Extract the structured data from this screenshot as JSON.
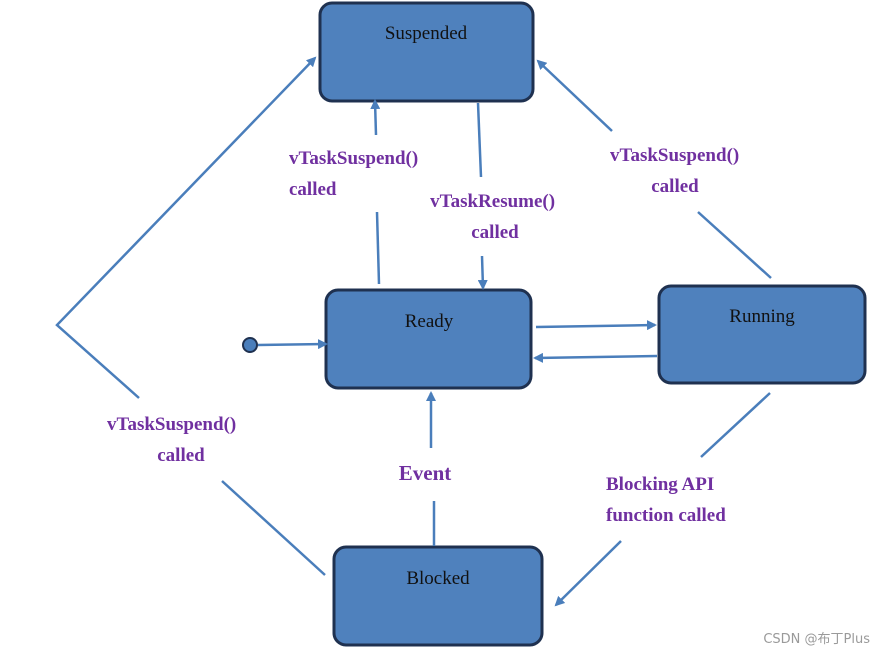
{
  "states": {
    "suspended": "Suspended",
    "ready": "Ready",
    "running": "Running",
    "blocked": "Blocked"
  },
  "transitions": {
    "ready_to_suspended": [
      "vTaskSuspend()",
      "called"
    ],
    "suspended_to_ready": [
      "vTaskResume()",
      "called"
    ],
    "running_to_suspended": [
      "vTaskSuspend()",
      "called"
    ],
    "blocked_to_suspended": [
      "vTaskSuspend()",
      "called"
    ],
    "blocked_to_ready": [
      "Event"
    ],
    "running_to_blocked": [
      "Blocking API",
      "function called"
    ]
  },
  "watermark": "CSDN @布丁Plus",
  "colors": {
    "box_fill": "#4f81bd",
    "box_border": "#1f3150",
    "arrow": "#4a7ebb",
    "label": "#7030a0"
  }
}
